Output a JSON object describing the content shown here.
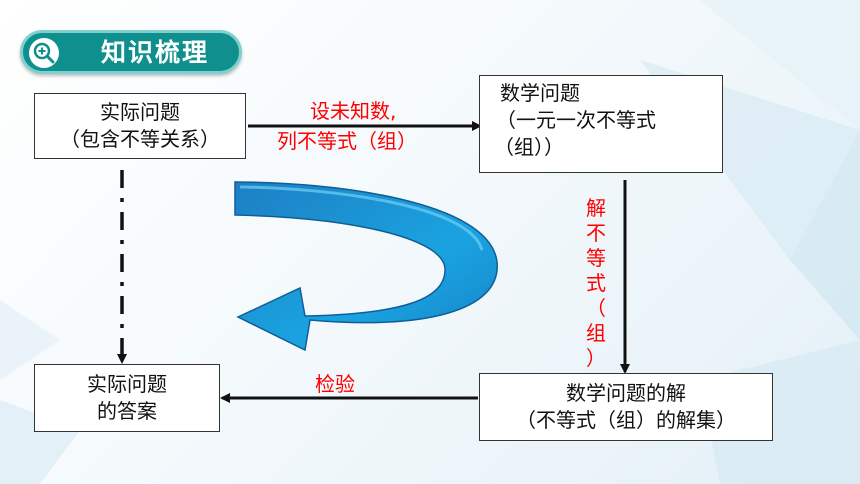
{
  "title": {
    "text": "知识梳理",
    "icon": "magnifier-icon"
  },
  "boxes": {
    "problem": {
      "line1": "实际问题",
      "line2": "（包含不等关系）"
    },
    "math": {
      "line1": "数学问题",
      "line2": "（一元一次不等式",
      "line3": "（组））"
    },
    "solution": {
      "line1": "数学问题的解",
      "line2": "（不等式（组）的解集）"
    },
    "answer": {
      "line1": "实际问题",
      "line2": "的答案"
    }
  },
  "labels": {
    "set_line1": "设未知数,",
    "set_line2": "列不等式（组）",
    "solve_chars": [
      "解",
      "不",
      "等",
      "式",
      "（",
      "组",
      "）"
    ],
    "check": "检验"
  },
  "colors": {
    "accent": "#0f8f8e",
    "label_red": "#ff0000",
    "curve_blue": "#1a8fd1",
    "arrow_dark": "#111111"
  }
}
